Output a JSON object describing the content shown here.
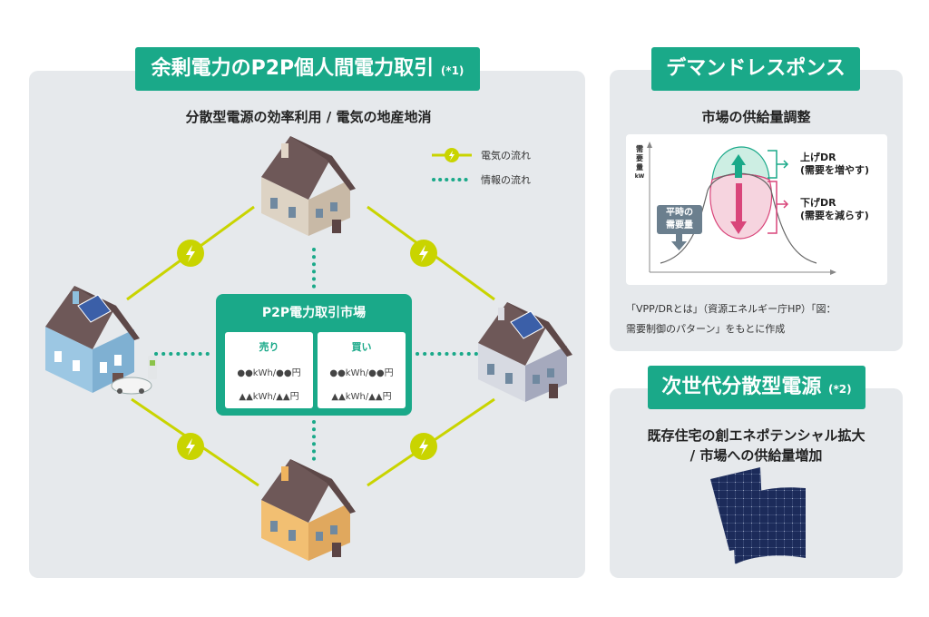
{
  "colors": {
    "accent_green": "#1aa989",
    "electric_yellow": "#c9d400",
    "panel_bg": "#e6e9ec",
    "dr_up": "#1aa989",
    "dr_down": "#d9457a",
    "normal_demand": "#6b7f8e"
  },
  "p2p": {
    "title": "余剰電力のP2P個人間電力取引",
    "title_note": "(*1)",
    "subtitle": "分散型電源の効率利用 / 電気の地産地消",
    "legend": [
      {
        "icon": "lightning-line-icon",
        "label": "電気の流れ"
      },
      {
        "icon": "dotted-line-icon",
        "label": "情報の流れ"
      }
    ],
    "houses": [
      {
        "position": "top",
        "color": "beige",
        "solar": false
      },
      {
        "position": "left",
        "color": "blue",
        "solar": true,
        "ev_charger": true
      },
      {
        "position": "right",
        "color": "gray",
        "solar": true
      },
      {
        "position": "bottom",
        "color": "orange",
        "solar": false
      }
    ],
    "market": {
      "title": "P2P電力取引市場",
      "sell": {
        "label": "売り",
        "rows": [
          "●●kWh/●●円",
          "▲▲kWh/▲▲円"
        ]
      },
      "buy": {
        "label": "買い",
        "rows": [
          "●●kWh/●●円",
          "▲▲kWh/▲▲円"
        ]
      }
    }
  },
  "demand_response": {
    "title": "デマンドレスポンス",
    "subtitle": "市場の供給量調整",
    "chart": {
      "ylabel": [
        "需",
        "要",
        "量"
      ],
      "yunit": "kW",
      "normal_label": [
        "平時の",
        "需要量"
      ],
      "up_label": "上げDR",
      "up_desc": "(需要を増やす)",
      "down_label": "下げDR",
      "down_desc": "(需要を減らす)"
    },
    "source_note_line1": "「VPP/DRとは」（資源エネルギー庁HP）「図：",
    "source_note_line2": "需要制御のパターン」をもとに作成"
  },
  "next_gen": {
    "title": "次世代分散型電源",
    "title_note": "(*2)",
    "subtitle_line1": "既存住宅の創エネポテンシャル拡大",
    "subtitle_line2": "/ 市場への供給量増加"
  }
}
